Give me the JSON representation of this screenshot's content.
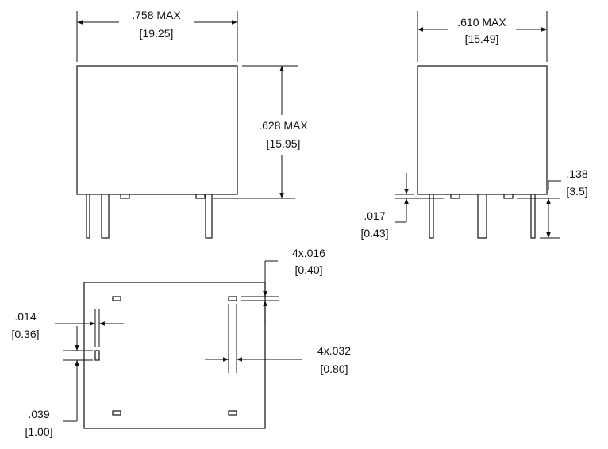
{
  "front_view": {
    "width_in": ".758 MAX",
    "width_mm": "[19.25]",
    "height_in": ".628 MAX",
    "height_mm": "[15.95]"
  },
  "side_view": {
    "width_in": ".610 MAX",
    "width_mm": "[15.49]",
    "standoff_in": ".017",
    "standoff_mm": "[0.43]",
    "pin_length_in": ".138",
    "pin_length_mm": "[3.5]"
  },
  "bottom_view": {
    "pin_thickness_in": ".014",
    "pin_thickness_mm": "[0.36]",
    "pin_width_in": ".039",
    "pin_width_mm": "[1.00]",
    "pad_height_in": "4x.016",
    "pad_height_mm": "[0.40]",
    "pad_width_in": "4x.032",
    "pad_width_mm": "[0.80]"
  },
  "colors": {
    "line": "#111111",
    "background": "#ffffff"
  }
}
